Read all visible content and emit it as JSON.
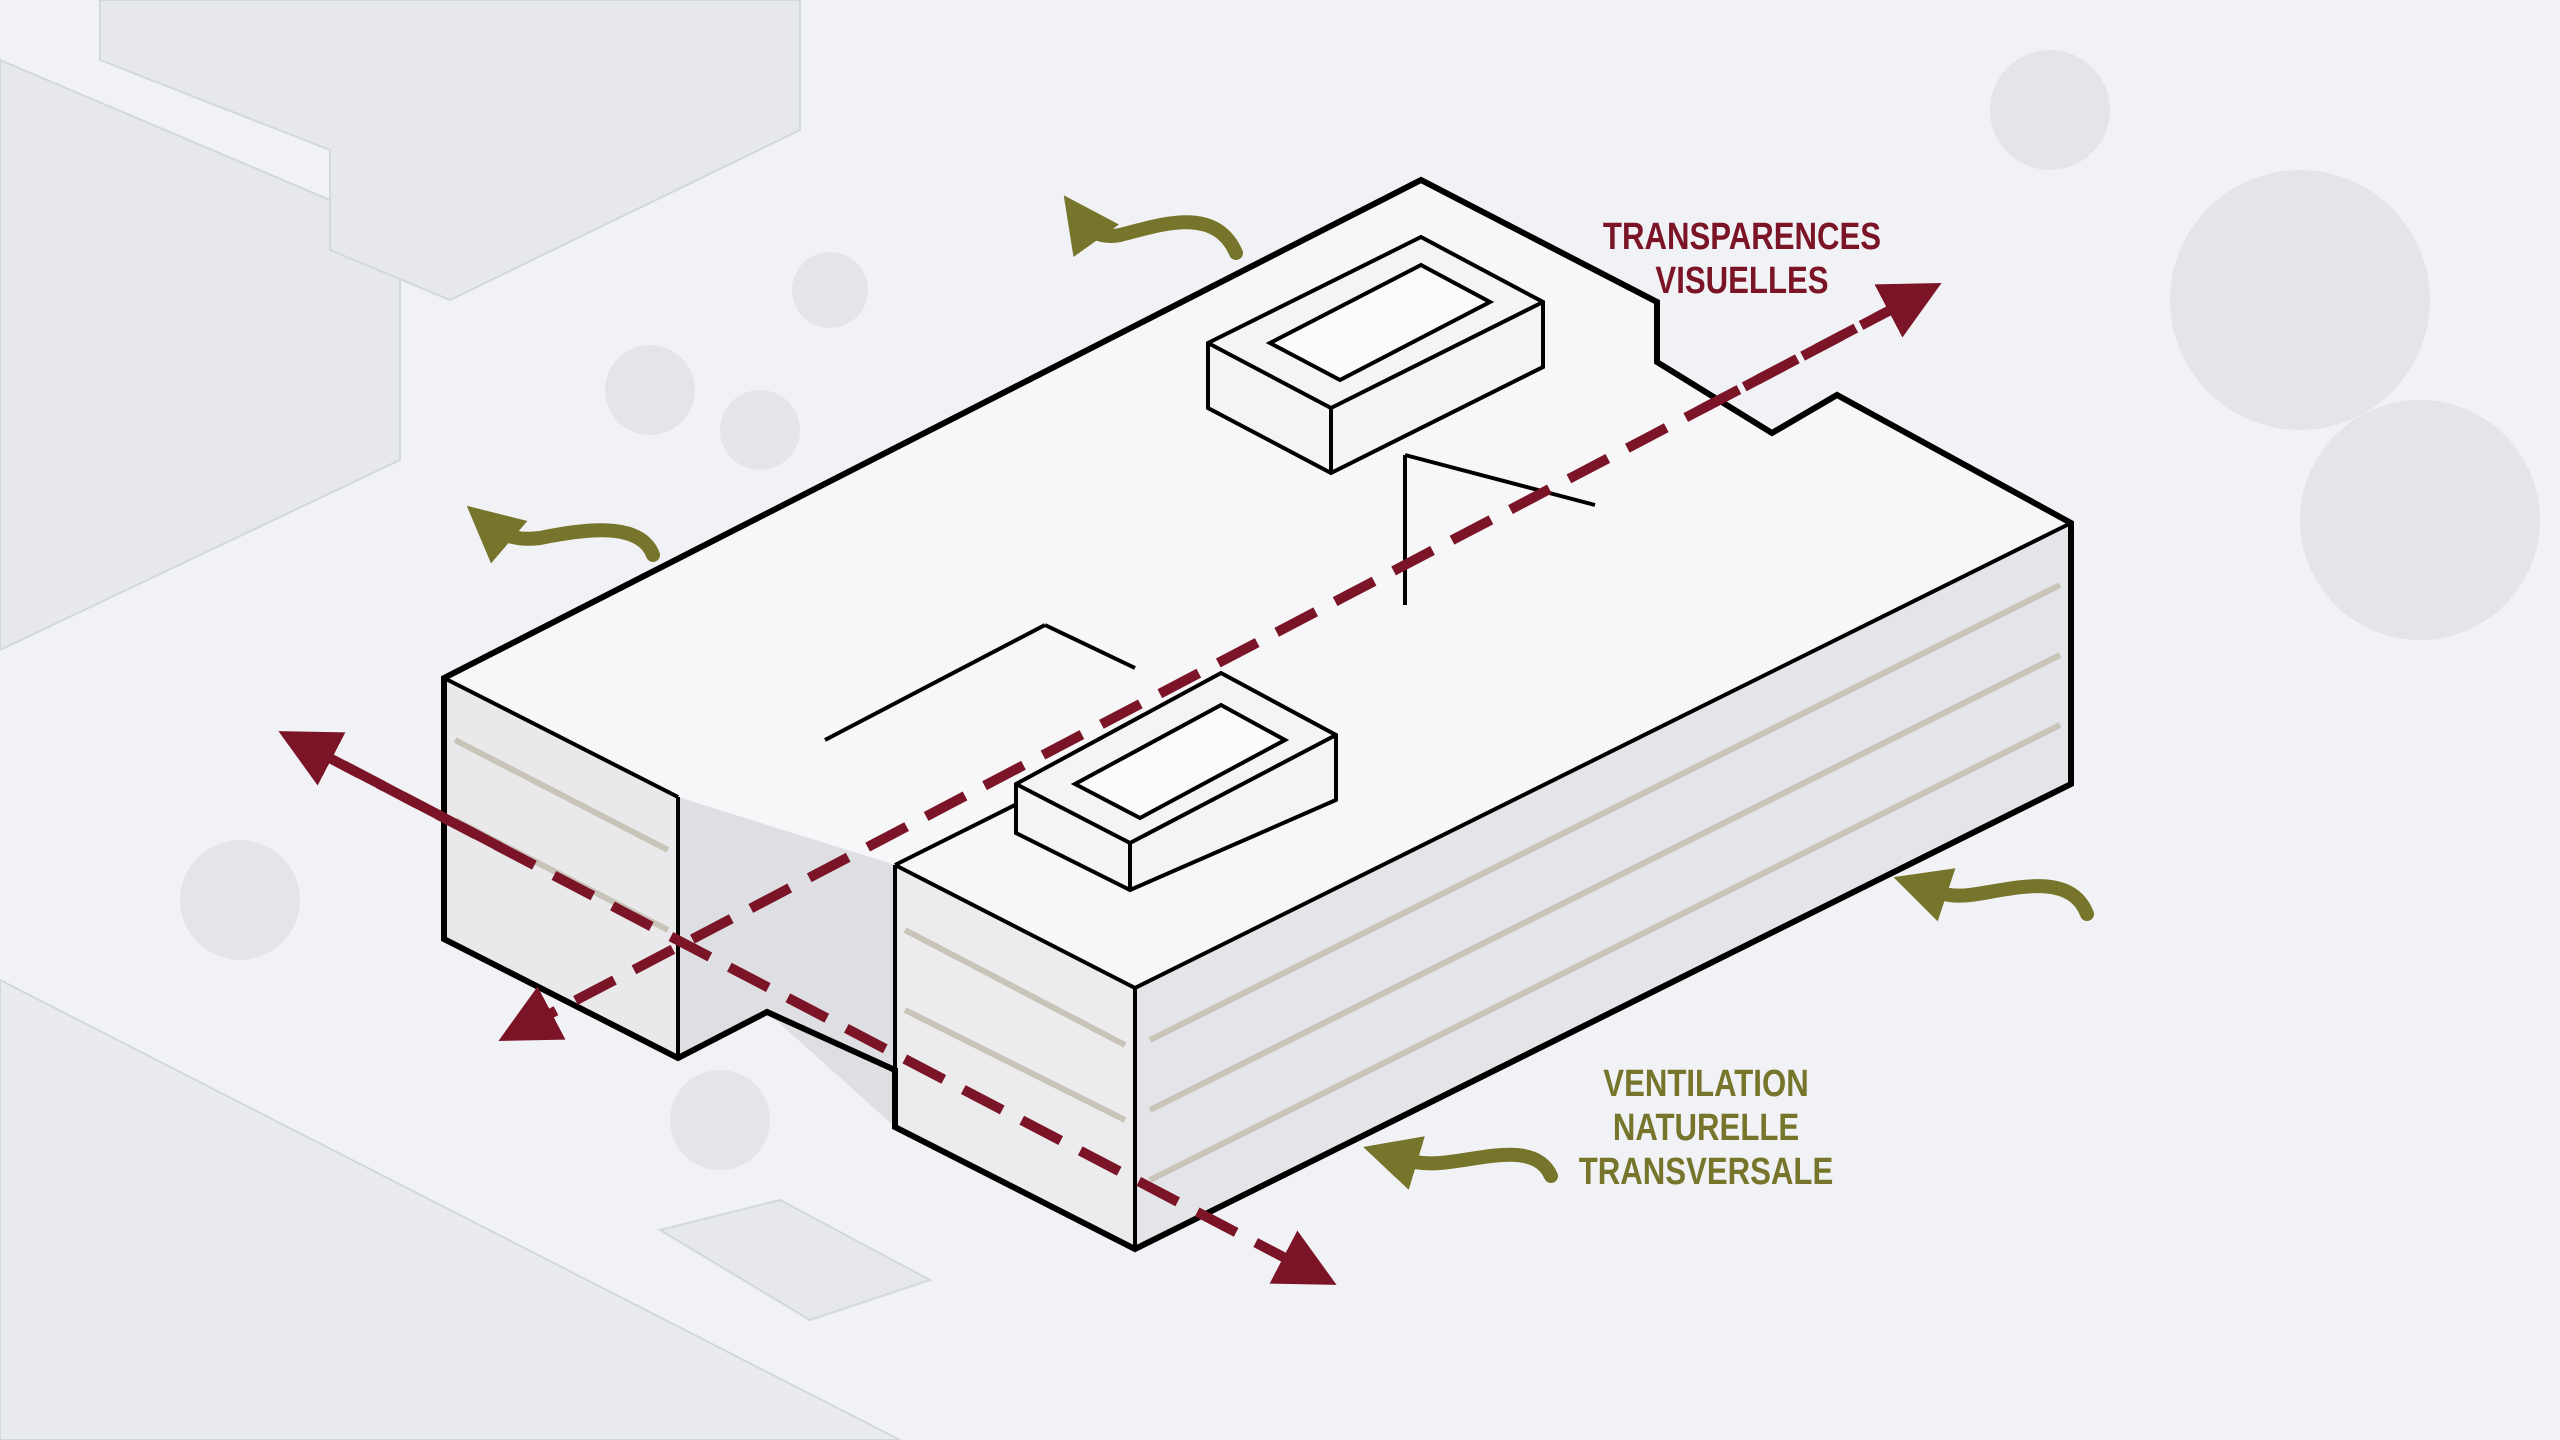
{
  "labels": {
    "transparences": {
      "line1": "TRANSPARENCES",
      "line2": "VISUELLES"
    },
    "ventilation": {
      "line1": "VENTILATION",
      "line2": "NATURELLE",
      "line3": "TRANSVERSALE"
    }
  },
  "colors": {
    "visual_transparency": "#7a1426",
    "natural_ventilation": "#76752b",
    "outline": "#000000",
    "background": "#f1f2f5"
  },
  "icons": [
    "dashed-arrow",
    "curved-arrow"
  ]
}
